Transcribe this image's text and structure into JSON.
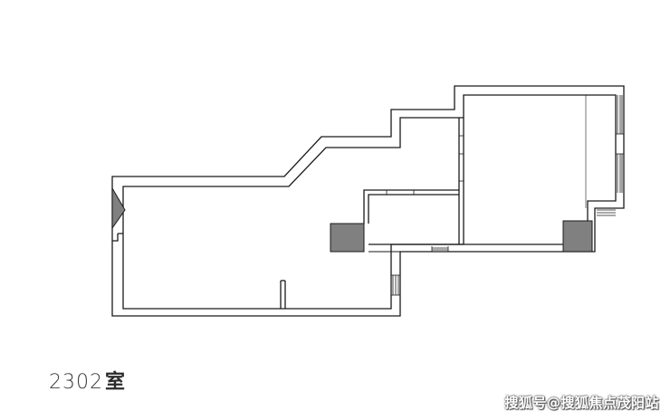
{
  "room": {
    "number": "2302",
    "suffix": "室"
  },
  "watermark": {
    "text": "搜狐号@搜狐焦点茂阳站"
  },
  "colors": {
    "wall_line": "#1a1a1a",
    "column_fill": "#808080",
    "background": "#ffffff"
  }
}
